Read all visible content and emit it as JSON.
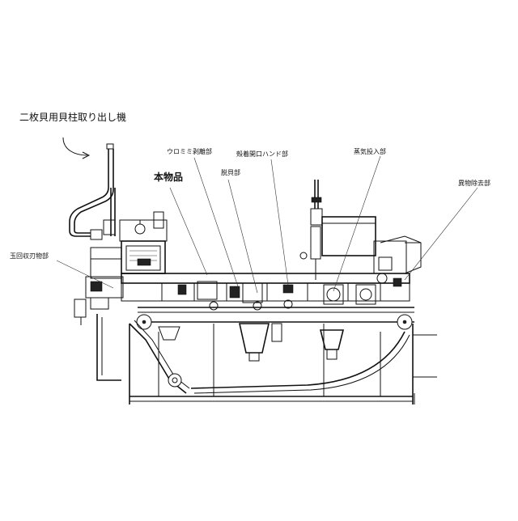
{
  "title": "二枚貝用貝柱取り出し機",
  "labels": {
    "honbuppin": "本物品",
    "uromimi": "ウロミミ剥離部",
    "kaibashira": "脱貝部",
    "kaiheiguchi": "殻着開口ハンド部",
    "jouki": "蒸気投入部",
    "ibutsu": "異物除去部",
    "tamaharai": "玉回収刃物部"
  },
  "colors": {
    "line": "#111111",
    "background": "#ffffff"
  }
}
